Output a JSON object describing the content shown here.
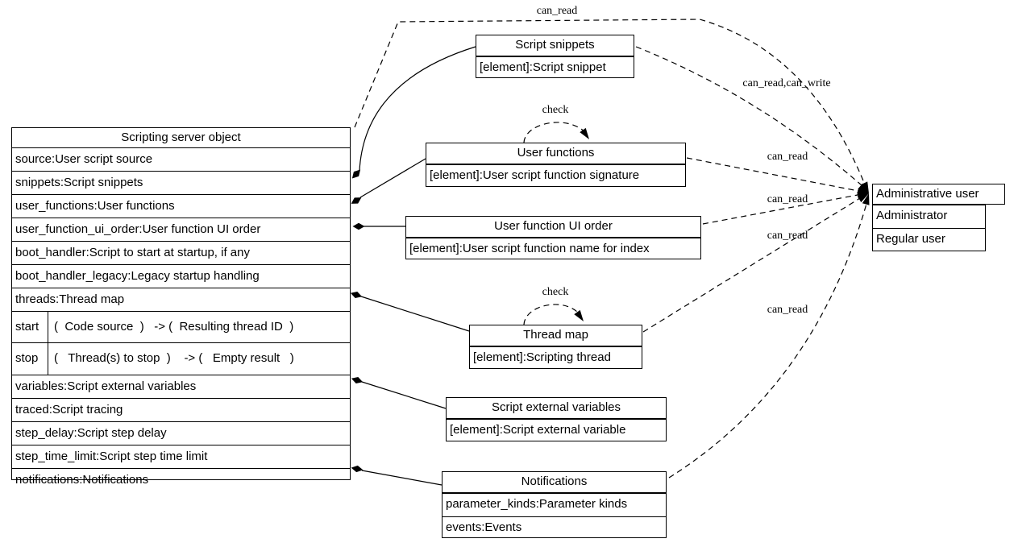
{
  "colors": {
    "line": "#000000",
    "background": "#ffffff",
    "node_fill": "#ffffff"
  },
  "server_box": {
    "title": "Scripting server object",
    "attr_rows_top": [
      "source:User script source",
      "snippets:Script snippets",
      "user_functions:User functions",
      "user_function_ui_order:User function UI order",
      "boot_handler:Script to start at startup, if any",
      "boot_handler_legacy:Legacy startup handling",
      "threads:Thread map"
    ],
    "methods": [
      {
        "name": "start",
        "signature": "(  Code source  )   -> (  Resulting thread ID  )"
      },
      {
        "name": "stop",
        "signature": "(   Thread(s) to stop  )    -> (   Empty result   )"
      }
    ],
    "attr_rows_bottom": [
      "variables:Script external variables",
      "traced:Script tracing",
      "step_delay:Script step delay",
      "step_time_limit:Script step time limit",
      "notifications:Notifications"
    ]
  },
  "nodes": {
    "script_snippets": {
      "title": "Script snippets",
      "rows": [
        "[element]:Script snippet"
      ]
    },
    "user_functions": {
      "title": "User functions",
      "rows": [
        "[element]:User script function signature"
      ]
    },
    "user_function_ui_order": {
      "title": "User function UI order",
      "rows": [
        "[element]:User script function name for index"
      ]
    },
    "thread_map": {
      "title": "Thread map",
      "rows": [
        "[element]:Scripting thread"
      ]
    },
    "script_external_variables": {
      "title": "Script external variables",
      "rows": [
        "[element]:Script external variable"
      ]
    },
    "notifications": {
      "title": "Notifications",
      "rows": [
        "parameter_kinds:Parameter kinds",
        "events:Events"
      ]
    },
    "administrative_user": {
      "title": "Administrative user",
      "rows": [
        "Administrator",
        "Regular user"
      ]
    }
  },
  "edge_labels": {
    "server_can_read": "can_read",
    "snippets_perms": "can_read,can_write",
    "user_functions_perms": "can_read",
    "user_function_ui_order_perms": "can_read",
    "thread_map_perms": "can_read",
    "notifications_perms": "can_read",
    "check_user_functions": "check",
    "check_thread_map": "check"
  }
}
